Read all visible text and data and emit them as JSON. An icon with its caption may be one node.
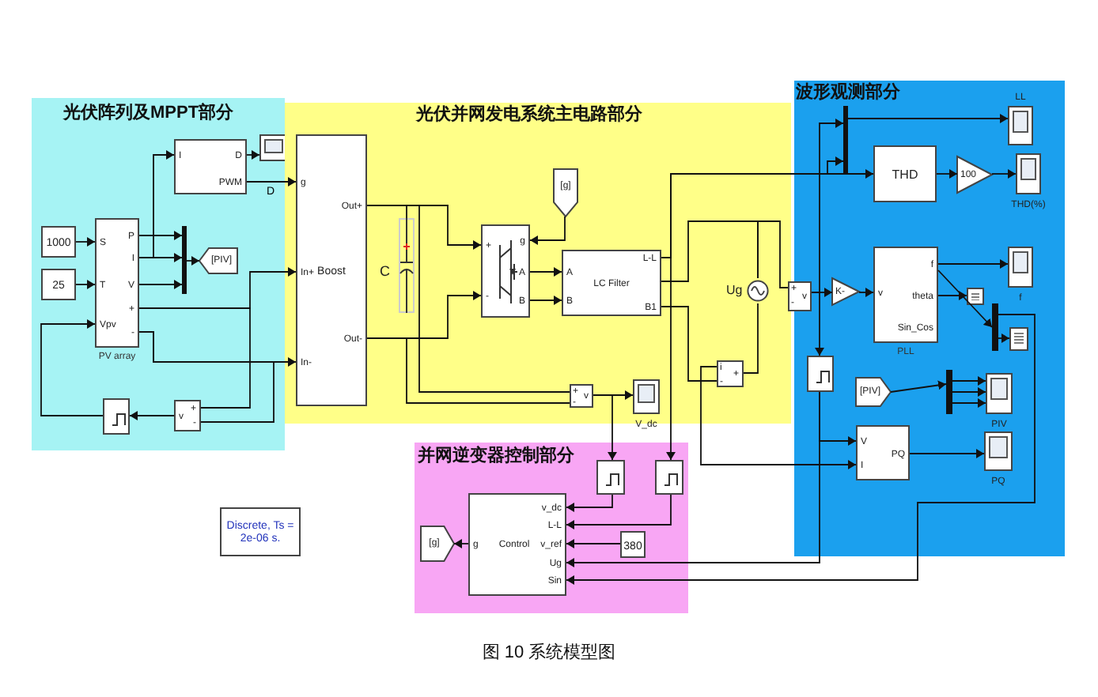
{
  "diagram": {
    "caption": "图 10 系统模型图",
    "nodes": [
      {
        "text": [
          "光伏阵列及MPPT部分"
        ]
      },
      {
        "text": [
          "光伏并网发电系统主电路部分"
        ]
      },
      {
        "text": [
          "并网逆变器控制部分"
        ]
      },
      {
        "text": [
          "波形观测部分"
        ]
      },
      {
        "text": [
          "1000"
        ],
        "in": 0
      },
      {
        "text": [
          "25"
        ],
        "in": 0
      },
      {
        "text": [
          "S",
          "T",
          "Vpv",
          "P",
          "I",
          "V",
          "+",
          "-"
        ],
        "beside": [
          "PV array"
        ],
        "in": 0
      },
      {
        "text": [
          "I",
          "D",
          "PWM"
        ],
        "in": 0
      },
      {
        "text": [],
        "shape": "box",
        "in": 0
      },
      {
        "text": [],
        "shape": "bar",
        "in": 0
      },
      {
        "text": [
          "[PIV]"
        ],
        "in": 0
      },
      {
        "text": [],
        "shape": "box",
        "in": 0
      },
      {
        "text": [
          "+",
          "-",
          "v"
        ],
        "in": 0
      },
      {
        "text": [
          "Boost",
          "g",
          "In+",
          "In-",
          "Out+",
          "Out-"
        ],
        "in": 1
      },
      {
        "text": [
          "C"
        ],
        "in": 1
      },
      {
        "text": [
          "[g]"
        ],
        "in": 1
      },
      {
        "text": [
          "+",
          "-",
          "g",
          "A",
          "B"
        ],
        "in": 1
      },
      {
        "text": [
          "LC Filter",
          "A",
          "B",
          "L-L",
          "B1"
        ],
        "in": 1
      },
      {
        "text": [
          "Ug"
        ],
        "in": 1
      },
      {
        "text": [
          "i",
          "+",
          "-"
        ],
        "in": 1
      },
      {
        "text": [
          "+",
          "-",
          "v"
        ],
        "in": 1
      },
      {
        "text": [
          "V_dc"
        ],
        "in": 1
      },
      {
        "text": [],
        "shape": "box",
        "in": 2
      },
      {
        "text": [],
        "shape": "box",
        "in": 2
      },
      {
        "text": [
          "Control",
          "v_dc",
          "L-L",
          "v_ref",
          "Ug",
          "Sin",
          "g"
        ],
        "in": 2
      },
      {
        "text": [
          "[g]"
        ],
        "in": 2
      },
      {
        "text": [
          "380"
        ],
        "in": 2
      },
      {
        "text": [
          "Discrete, Ts = 2e-06 s."
        ]
      },
      {
        "text": [
          "+",
          "-",
          "v"
        ]
      },
      {
        "text": [],
        "shape": "bar",
        "in": 3
      },
      {
        "text": [
          "LL"
        ],
        "in": 3
      },
      {
        "text": [
          "THD"
        ],
        "in": 3
      },
      {
        "text": [
          "100"
        ],
        "in": 3
      },
      {
        "text": [
          "THD(%)"
        ],
        "in": 3
      },
      {
        "text": [
          "K-"
        ],
        "in": 3
      },
      {
        "text": [
          "v",
          "f",
          "theta",
          "Sin_Cos"
        ],
        "beside": [
          "PLL"
        ],
        "in": 3
      },
      {
        "text": [
          "f"
        ],
        "in": 3
      },
      {
        "text": [],
        "shape": "box",
        "in": 3
      },
      {
        "text": [],
        "shape": "bar",
        "in": 3
      },
      {
        "text": [],
        "shape": "box",
        "in": 3
      },
      {
        "text": [],
        "shape": "box",
        "in": 3
      },
      {
        "text": [
          "[PIV]"
        ],
        "in": 3
      },
      {
        "text": [],
        "shape": "bar",
        "in": 3
      },
      {
        "text": [
          "PIV"
        ],
        "in": 3
      },
      {
        "text": [
          "V",
          "I",
          "PQ"
        ],
        "in": 3
      },
      {
        "text": [
          "PQ"
        ],
        "in": 3
      }
    ],
    "edges": [
      {
        "from": 4,
        "to": 6,
        "arrow": "to"
      },
      {
        "from": 5,
        "to": 6,
        "arrow": "to"
      },
      {
        "from": 6,
        "to": 9,
        "arrow": "to"
      },
      {
        "from": 6,
        "to": 9,
        "arrow": "to"
      },
      {
        "from": 6,
        "to": 9,
        "arrow": "to"
      },
      {
        "from": 9,
        "to": 10,
        "arrow": "to"
      },
      {
        "from": 6,
        "to": 7,
        "arrow": "to"
      },
      {
        "from": 7,
        "to": 13,
        "arrow": "to",
        "label": "D"
      },
      {
        "from": 7,
        "to": 8,
        "arrow": "to"
      },
      {
        "from": 6,
        "to": 13,
        "arrow": "to"
      },
      {
        "from": 6,
        "to": 13,
        "arrow": "to"
      },
      {
        "from": 6,
        "to": 12,
        "arrow": "none"
      },
      {
        "from": 6,
        "to": 12,
        "arrow": "none"
      },
      {
        "from": 12,
        "to": 11,
        "arrow": "to"
      },
      {
        "from": 11,
        "to": 6,
        "arrow": "to"
      },
      {
        "from": 13,
        "to": 14,
        "arrow": "none"
      },
      {
        "from": 13,
        "to": 16,
        "arrow": "to"
      },
      {
        "from": 13,
        "to": 16,
        "arrow": "to"
      },
      {
        "from": 15,
        "to": 16,
        "arrow": "to"
      },
      {
        "from": 16,
        "to": 17,
        "arrow": "to"
      },
      {
        "from": 16,
        "to": 17,
        "arrow": "to"
      },
      {
        "from": 17,
        "to": 31,
        "arrow": "to"
      },
      {
        "from": 17,
        "to": 29,
        "arrow": "to"
      },
      {
        "from": 17,
        "to": 18,
        "arrow": "none"
      },
      {
        "from": 17,
        "to": 19,
        "arrow": "none"
      },
      {
        "from": 19,
        "to": 18,
        "arrow": "none"
      },
      {
        "from": 18,
        "to": 28,
        "arrow": "none"
      },
      {
        "from": 13,
        "to": 20,
        "arrow": "none"
      },
      {
        "from": 13,
        "to": 20,
        "arrow": "none"
      },
      {
        "from": 20,
        "to": 21,
        "arrow": "to"
      },
      {
        "from": 20,
        "to": 22,
        "arrow": "to"
      },
      {
        "from": 17,
        "to": 23,
        "arrow": "to"
      },
      {
        "from": 22,
        "to": 24,
        "arrow": "to"
      },
      {
        "from": 23,
        "to": 24,
        "arrow": "to"
      },
      {
        "from": 26,
        "to": 24,
        "arrow": "to"
      },
      {
        "from": 24,
        "to": 25,
        "arrow": "to"
      },
      {
        "from": 28,
        "to": 40,
        "arrow": "to"
      },
      {
        "from": 40,
        "to": 24,
        "arrow": "to"
      },
      {
        "from": 40,
        "to": 44,
        "arrow": "to"
      },
      {
        "from": 38,
        "to": 24,
        "arrow": "to"
      },
      {
        "from": 19,
        "to": 44,
        "arrow": "to"
      },
      {
        "from": 28,
        "to": 34,
        "arrow": "to"
      },
      {
        "from": 34,
        "to": 35,
        "arrow": "to"
      },
      {
        "from": 29,
        "to": 30,
        "arrow": "to"
      },
      {
        "from": 31,
        "to": 32,
        "arrow": "to"
      },
      {
        "from": 32,
        "to": 33,
        "arrow": "to"
      },
      {
        "from": 35,
        "to": 36,
        "arrow": "to"
      },
      {
        "from": 35,
        "to": 37,
        "arrow": "to"
      },
      {
        "from": 35,
        "to": 38,
        "arrow": "to"
      },
      {
        "from": 38,
        "to": 39,
        "arrow": "to"
      },
      {
        "from": 41,
        "to": 42,
        "arrow": "to"
      },
      {
        "from": 42,
        "to": 43,
        "arrow": "to"
      },
      {
        "from": 42,
        "to": 43,
        "arrow": "to"
      },
      {
        "from": 42,
        "to": 43,
        "arrow": "to"
      },
      {
        "from": 44,
        "to": 45,
        "arrow": "to"
      },
      {
        "from": 28,
        "to": 29,
        "arrow": "to"
      }
    ]
  }
}
